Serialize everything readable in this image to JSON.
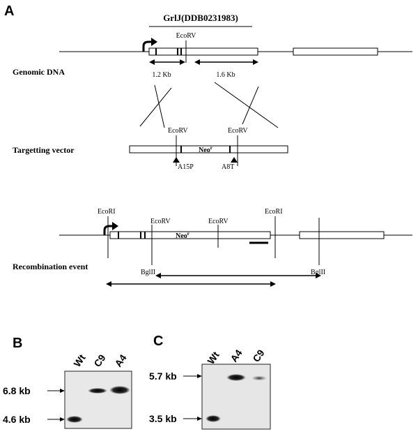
{
  "panels": {
    "a": "A",
    "b": "B",
    "c": "C"
  },
  "panel_a": {
    "gene_title": "GrlJ(DDB0231983)",
    "genomic_label": "Genomic DNA",
    "vector_label": "Targetting vector",
    "recomb_label": "Recombination event",
    "frag_left": "1.2 Kb",
    "frag_right": "1.6 Kb",
    "ecorv": "EcoRV",
    "ecori": "EcoRI",
    "bglii": "BglII",
    "neo": "Neo",
    "neo_sup": "r",
    "primer_left": "A15P",
    "primer_right": "A8T"
  },
  "panel_b": {
    "lanes": [
      "Wt",
      "C9",
      "A4"
    ],
    "markers": [
      "6.8 kb",
      "4.6 kb"
    ]
  },
  "panel_c": {
    "lanes": [
      "Wt",
      "A4",
      "C9"
    ],
    "markers": [
      "5.7 kb",
      "3.5 kb"
    ]
  }
}
